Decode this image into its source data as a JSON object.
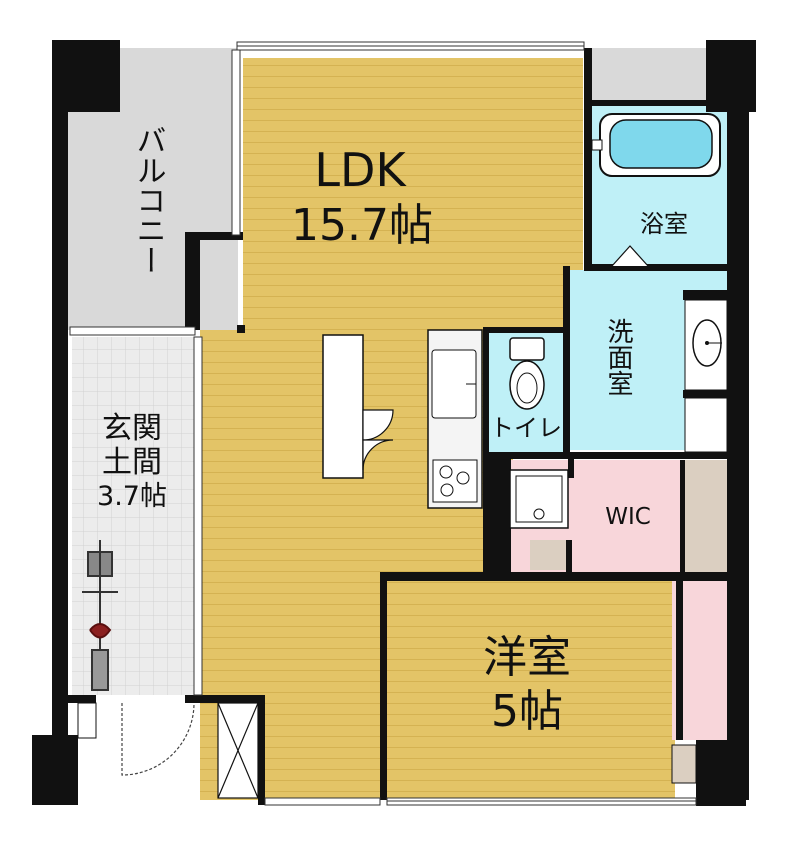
{
  "rooms": {
    "ldk_name": "LDK",
    "ldk_size": "15.7帖",
    "balcony": "バルコニー",
    "bath": "浴室",
    "washroom": "洗面室",
    "toilet": "トイレ",
    "wic": "WIC",
    "entrance_line1": "玄関",
    "entrance_line2": "土間",
    "entrance_size": "3.7帖",
    "western_name": "洋室",
    "western_size": "5帖"
  },
  "colors": {
    "wall": "#111111",
    "wood_floor": "#e3c467",
    "wood_stripe": "#d4b252",
    "balcony_floor": "#d9d9d9",
    "wet_area": "#bff0f7",
    "wic_floor": "#f8d6da",
    "tile_floor": "#ececec",
    "storage": "#dbcfc1"
  },
  "icons": [
    "bathtub-icon",
    "washbasin-icon",
    "toilet-icon",
    "sink-icon",
    "stove-icon",
    "washing-machine-pan-icon",
    "bicycle-icon",
    "door-swing-icon"
  ]
}
